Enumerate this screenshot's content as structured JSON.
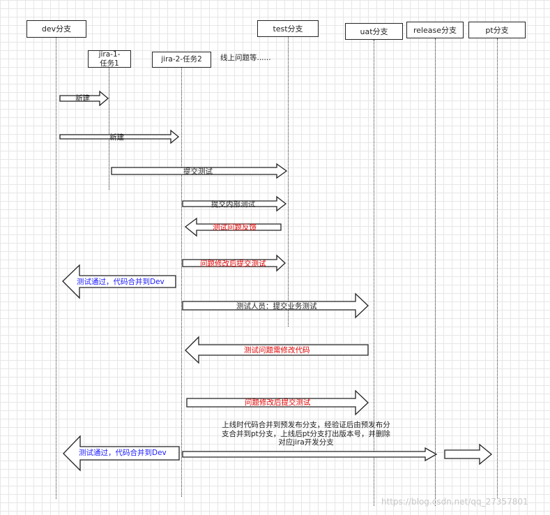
{
  "branches": {
    "dev": "dev分支",
    "test": "test分支",
    "uat": "uat分支",
    "release": "release分支",
    "pt": "pt分支"
  },
  "tasks": {
    "jira1": "jira-1-任务1",
    "jira2": "jira-2-任务2"
  },
  "online_issue": "线上问题等......",
  "messages": {
    "new_1": "新建",
    "new_2": "新建",
    "submit_test": "提交测试",
    "submit_internal_test": "提交内部测试",
    "test_issue_feedback": "测试问题反馈",
    "fix_resubmit_1": "问题修改后提交测试",
    "test_pass_merge_1": "测试通过，代码合并到Dev",
    "submit_business_test": "测试人员：提交业务测试",
    "issue_need_fix": "测试问题需修改代码",
    "fix_resubmit_2": "问题修改后提交测试",
    "test_pass_merge_2": "测试通过，代码合并到Dev"
  },
  "release_note": "上线时代码合并到预发布分支，经验证后由预发布分支合并到pt分支，上线后pt分支打出版本号，并删除对应jira开发分支",
  "watermark": "https://blog.csdn.net/qq_27357801",
  "colors": {
    "red_text": "#e00000",
    "blue_text": "#1a1aff",
    "line": "#222222"
  }
}
